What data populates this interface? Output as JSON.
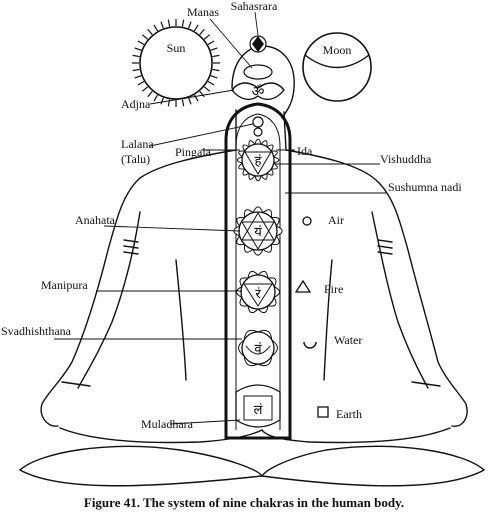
{
  "labels": {
    "sahasrara": "Sahasrara",
    "manas": "Manas",
    "sun": "Sun",
    "moon": "Moon",
    "adjna": "Adjna",
    "lalana": "Lalana",
    "talu": "(Talu)",
    "pingala": "Pingala",
    "ida": "Ida",
    "vishuddha": "Vishuddha",
    "sushumna": "Sushumna nadi",
    "anahata": "Anahata",
    "air": "Air",
    "manipura": "Manipura",
    "fire": "Fire",
    "svadhishthana": "Svadhishthana",
    "water": "Water",
    "muladhara": "Muladhara",
    "earth": "Earth"
  },
  "chakra_syllables": {
    "adjna": "ॐ",
    "vishuddha": "हं",
    "anahata": "यं",
    "manipura": "रं",
    "svadhishthana": "वं",
    "muladhara": "लं"
  },
  "caption": "Figure 41. The system of nine chakras in the human body."
}
